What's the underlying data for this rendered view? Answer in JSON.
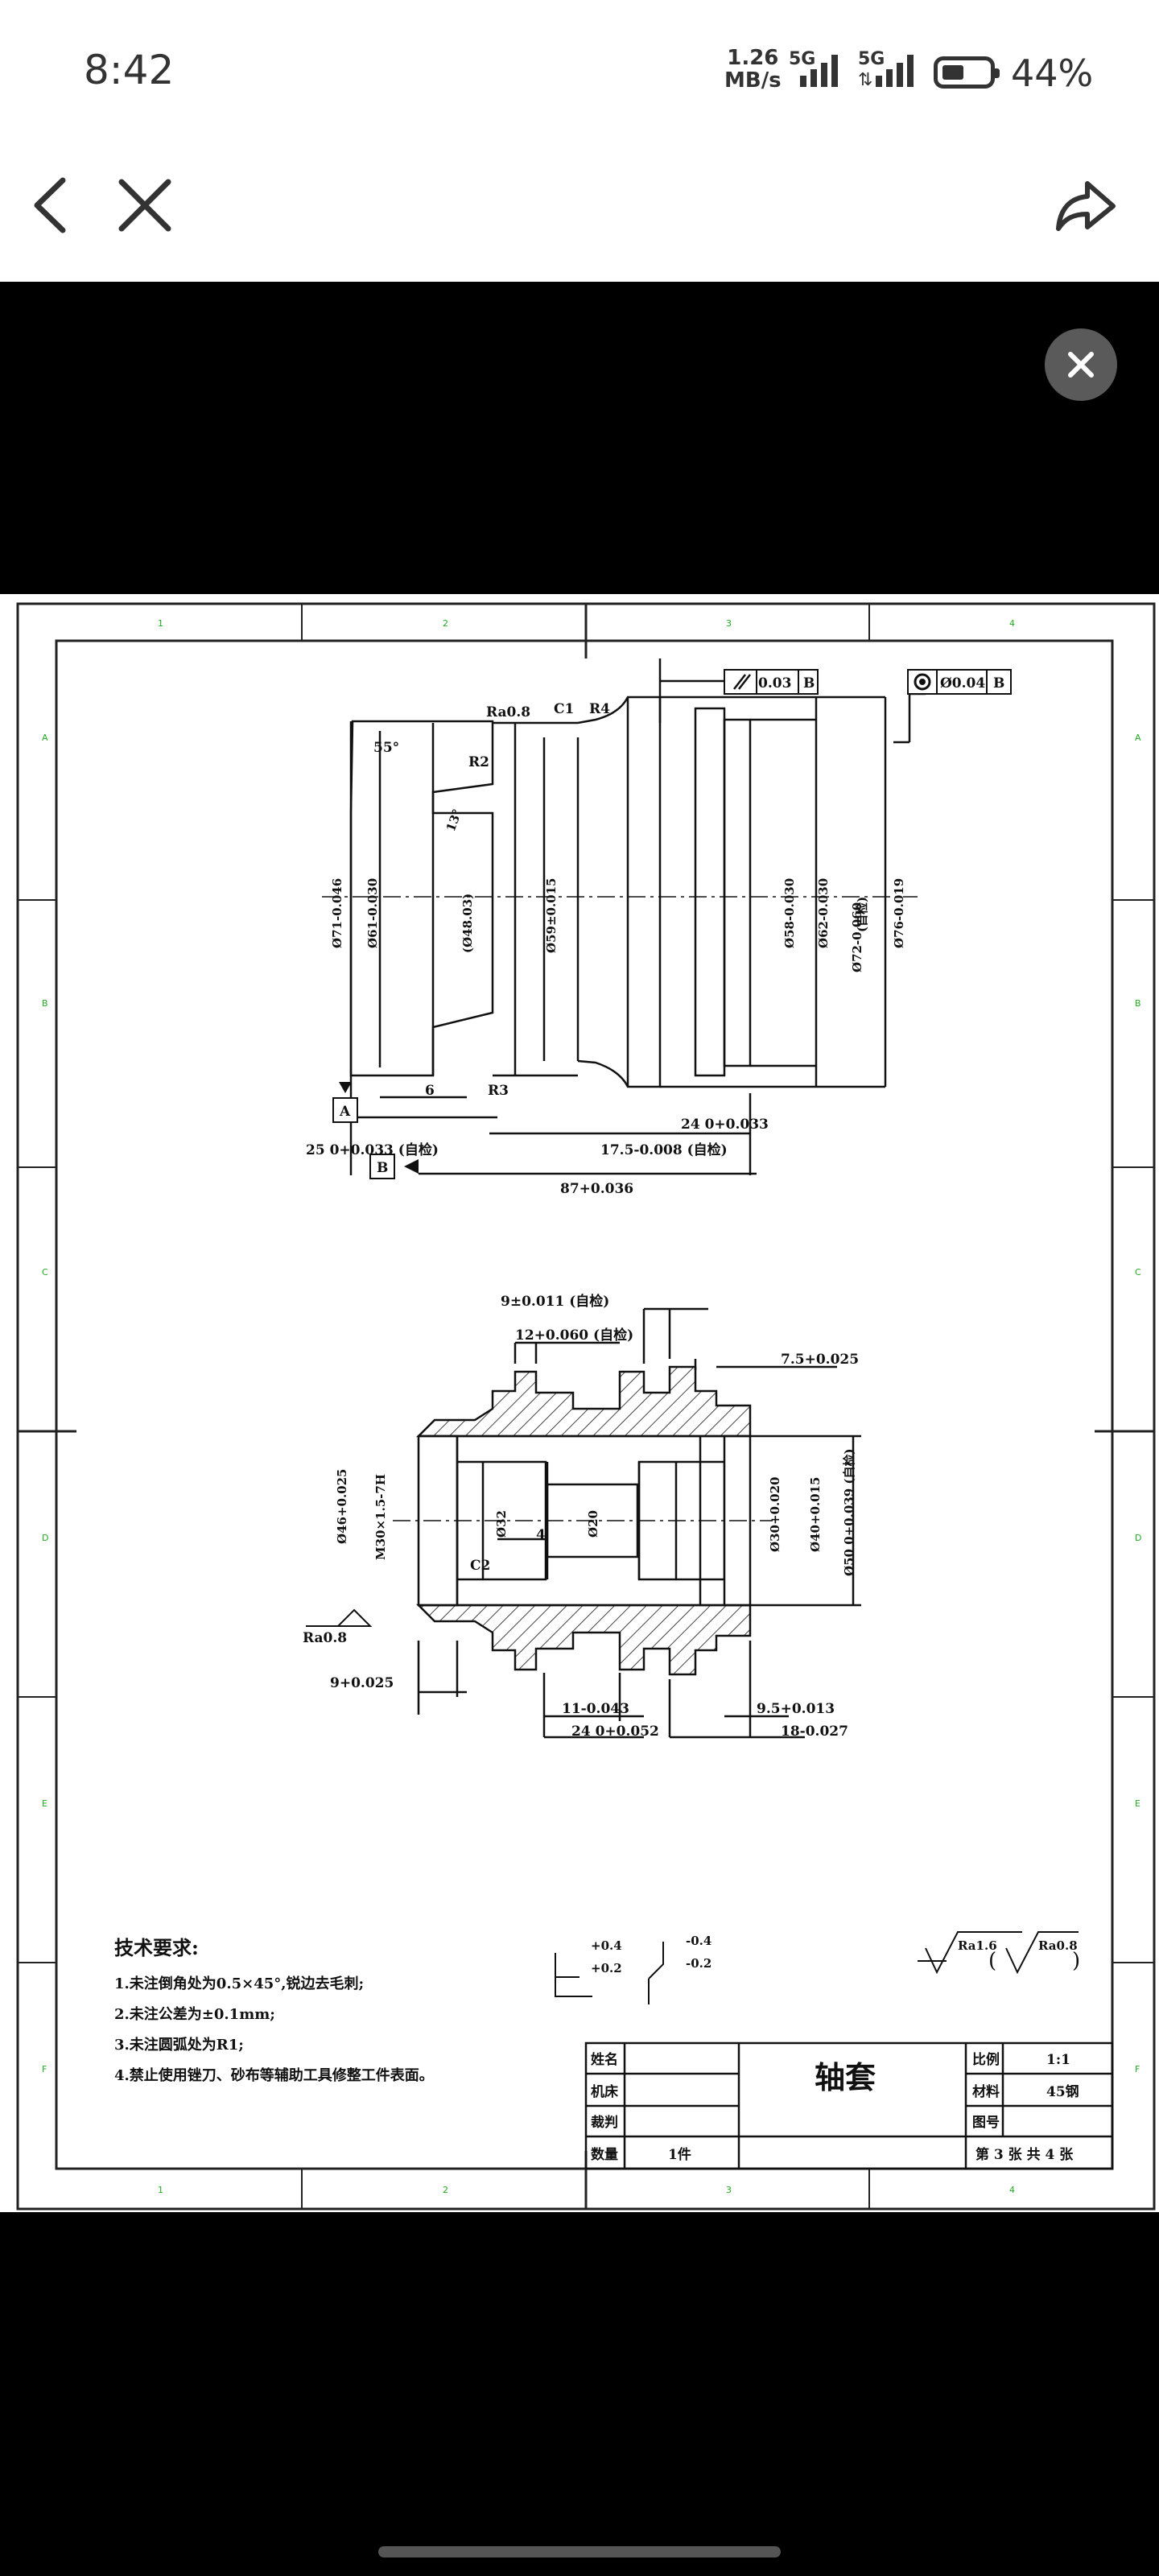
{
  "status": {
    "time": "8:42",
    "net_speed_value": "1.26",
    "net_speed_unit": "MB/s",
    "sig1_label": "5G",
    "sig2_label": "5G",
    "battery_pct": "44%",
    "battery_level": 0.44
  },
  "nav": {
    "back_icon": "chevron-left-icon",
    "close_icon": "close-icon",
    "share_icon": "share-icon"
  },
  "viewer": {
    "close_icon": "close-circle-icon"
  },
  "drawing": {
    "tech_title": "技术要求:",
    "tech_items": [
      "1.未注倒角处为0.5×45°,锐边去毛刺;",
      "2.未注公差为±0.1mm;",
      "3.未注圆弧处为R1;",
      "4.禁止使用锉刀、砂布等辅助工具修整工件表面。"
    ],
    "title_block": {
      "part_name": "轴套",
      "name_label": "姓名",
      "machine_label": "机床",
      "judge_label": "裁判",
      "qty_label": "数量",
      "qty_value": "1件",
      "scale_label": "比例",
      "scale_value": "1:1",
      "material_label": "材料",
      "material_value": "45钢",
      "drawing_no_label": "图号",
      "sheet_info": "第 3 张 共 4 张"
    },
    "tolerances": {
      "tol_a1": "+0.4",
      "tol_a2": "+0.2",
      "tol_b1": "-0.4",
      "tol_b2": "-0.2"
    },
    "roughness": {
      "general": "Ra1.6",
      "bracket": "Ra0.8"
    },
    "upper_view_labels": {
      "ra": "Ra0.8",
      "angle55": "55°",
      "c1": "C1",
      "r4": "R4",
      "r2": "R2",
      "r3": "R3",
      "angle13": "13°",
      "d71": "Ø71-0.046",
      "d61": "Ø61-0.030",
      "d48": "(Ø48.03)",
      "d59": "Ø59±0.015",
      "d58": "Ø58-0.030",
      "d62": "Ø62-0.030",
      "d72": "Ø72-0.060",
      "d76": "Ø76-0.019",
      "self_check": "(自检)",
      "para": "0.03",
      "para_ref": "B",
      "conc": "Ø0.04",
      "conc_ref": "B",
      "datum_a": "A",
      "datum_b": "B",
      "dim6": "6",
      "dim25": "25 0+0.033 (自检)",
      "dim24": "24 0+0.033",
      "dim17": "17.5-0.008 (自检)",
      "dim87": "87+0.036"
    },
    "lower_view_labels": {
      "dim12": "12+0.060 (自检)",
      "dim9": "9±0.011 (自检)",
      "dim75": "7.5+0.025",
      "thread": "M30×1.5-7H",
      "d32": "Ø32",
      "d20": "Ø20",
      "d46": "Ø46+0.025",
      "d30": "Ø30+0.020",
      "d40": "Ø40+0.015",
      "d50": "Ø50 0+0.039 (自检)",
      "c2": "C2",
      "dim4": "4",
      "ra": "Ra0.8",
      "dim9b": "9+0.025",
      "dim11": "11-0.043",
      "dim95": "9.5+0.013",
      "dim24b": "24 0+0.052",
      "dim18": "18-0.027"
    },
    "border_nums": [
      "1",
      "2",
      "3",
      "4"
    ],
    "border_letters": [
      "A",
      "B",
      "C",
      "D",
      "E",
      "F"
    ]
  }
}
